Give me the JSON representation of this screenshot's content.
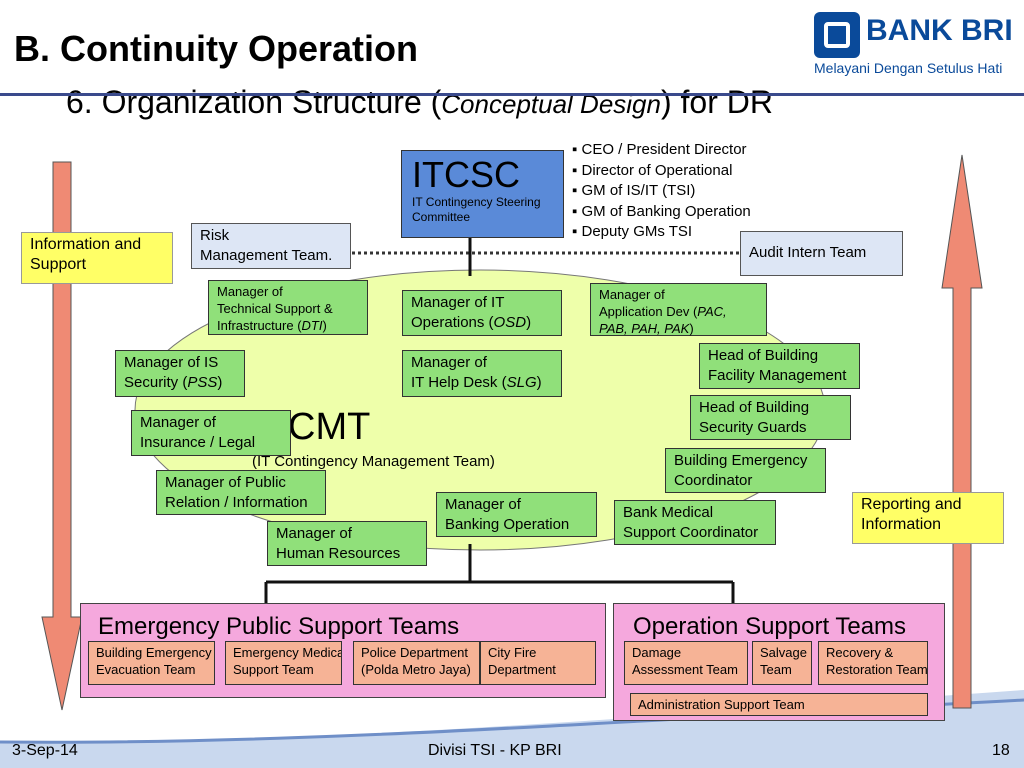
{
  "header": {
    "title": "B.  Continuity Operation",
    "subtitle_prefix": "6.  Organization Structure (",
    "subtitle_italic": "Conceptual Design",
    "subtitle_suffix": ") for DR"
  },
  "logo": {
    "name": "BANK BRI",
    "tagline": "Melayani Dengan Setulus Hati",
    "brand_color": "#0a4a9a"
  },
  "itcsc": {
    "title": "ITCSC",
    "line1": "IT Contingency Steering",
    "line2": "Committee"
  },
  "steering_members": [
    "CEO / President Director",
    "Director of Operational",
    "GM of IS/IT (TSI)",
    "GM of Banking Operation",
    "Deputy GMs TSI"
  ],
  "side": {
    "left_label": [
      "Information and",
      "Support"
    ],
    "right_label": [
      "Reporting and",
      "Information"
    ]
  },
  "risk": [
    "Risk",
    "Management Team."
  ],
  "audit": "Audit Intern Team",
  "cmt": {
    "title": "CMT",
    "subtitle": "(IT Contingency Management Team)"
  },
  "managers": {
    "tech_support": [
      "Manager of",
      "Technical Support &",
      "Infrastructure (",
      "DTI",
      ")"
    ],
    "it_ops": [
      "Manager of IT",
      "Operations (",
      "OSD",
      ")"
    ],
    "app_dev": [
      "Manager of",
      "Application Dev (",
      "PAC,",
      "PAB, PAH, PAK",
      ")"
    ],
    "is_security": [
      "Manager of IS",
      "Security (",
      "PSS",
      ")"
    ],
    "help_desk": [
      "Manager of",
      "IT Help Desk (",
      "SLG",
      ")"
    ],
    "building_facility": [
      "Head of Building",
      "Facility Management"
    ],
    "insurance": [
      "Manager of",
      "Insurance / Legal"
    ],
    "building_security": [
      "Head of Building",
      "Security Guards"
    ],
    "building_emergency": [
      "Building Emergency",
      "Coordinator"
    ],
    "public_relation": [
      "Manager of Public",
      "Relation / Information"
    ],
    "banking_op": [
      "Manager of",
      "Banking Operation"
    ],
    "medical": [
      "Bank Medical",
      "Support Coordinator"
    ],
    "hr": [
      "Manager of",
      "Human Resources"
    ]
  },
  "emergency_public": {
    "title": "Emergency Public Support Teams",
    "teams": [
      [
        "Building Emergency",
        "Evacuation Team"
      ],
      [
        "Emergency Medical",
        "Support Team"
      ],
      [
        "Police Department",
        "(Polda Metro Jaya)"
      ],
      [
        "City Fire",
        "Department"
      ]
    ]
  },
  "operation_support": {
    "title": "Operation Support Teams",
    "teams": [
      [
        "Damage",
        "Assessment Team"
      ],
      [
        "Salvage",
        "Team"
      ],
      [
        "Recovery &",
        "Restoration Team"
      ]
    ],
    "admin": "Administration Support Team"
  },
  "footer": {
    "date": "3-Sep-14",
    "center": "Divisi TSI - KP BRI",
    "page": "18"
  },
  "colors": {
    "green": "#90e07a",
    "ellipse": "#eeffaa",
    "blue": "#5a8ad8",
    "pink": "#f5a8dd",
    "salmon": "#f6b396",
    "yellow": "#ffff66",
    "arrow": "#ef8a74"
  }
}
